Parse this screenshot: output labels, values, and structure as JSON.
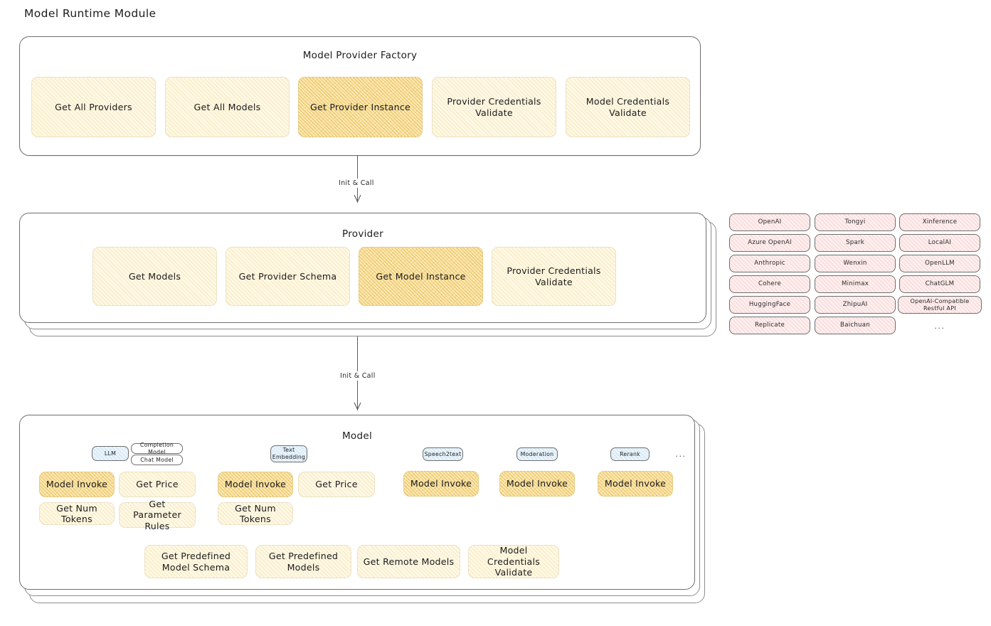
{
  "page": {
    "title": "Model Runtime Module"
  },
  "factory": {
    "title": "Model Provider Factory",
    "nodes": [
      {
        "label": "Get All Providers",
        "highlight": false
      },
      {
        "label": "Get All Models",
        "highlight": false
      },
      {
        "label": "Get Provider Instance",
        "highlight": true
      },
      {
        "label": "Provider Credentials Validate",
        "highlight": false
      },
      {
        "label": "Model Credentials Validate",
        "highlight": false
      }
    ]
  },
  "arrows": [
    {
      "label": "Init & Call"
    },
    {
      "label": "Init & Call"
    }
  ],
  "provider": {
    "title": "Provider",
    "nodes": [
      {
        "label": "Get Models",
        "highlight": false
      },
      {
        "label": "Get Provider Schema",
        "highlight": false
      },
      {
        "label": "Get Model Instance",
        "highlight": true
      },
      {
        "label": "Provider Credentials Validate",
        "highlight": false
      }
    ]
  },
  "provider_list": {
    "ellipsis": "...",
    "columns": [
      {
        "items": [
          "OpenAI",
          "Azure OpenAI",
          "Anthropic",
          "Cohere",
          "HuggingFace",
          "Replicate"
        ]
      },
      {
        "items": [
          "Tongyi",
          "Spark",
          "Wenxin",
          "Minimax",
          "ZhipuAI",
          "Baichuan"
        ]
      },
      {
        "items": [
          "Xinference",
          "LocalAI",
          "OpenLLM",
          "ChatGLM",
          "OpenAI-Compatible Restful API"
        ]
      }
    ]
  },
  "model": {
    "title": "Model",
    "ellipsis": "...",
    "types": [
      {
        "badge": "LLM",
        "sub": [
          "Completion Model",
          "Chat Model"
        ]
      },
      {
        "badge": "Text Embedding",
        "sub": []
      },
      {
        "badge": "Speech2text",
        "sub": []
      },
      {
        "badge": "Moderation",
        "sub": []
      },
      {
        "badge": "Rerank",
        "sub": []
      }
    ],
    "ops": [
      {
        "label": "Model Invoke",
        "highlight": true
      },
      {
        "label": "Get Price",
        "highlight": false
      },
      {
        "label": "Get Num Tokens",
        "highlight": false
      },
      {
        "label": "Get Parameter Rules",
        "highlight": false
      },
      {
        "label": "Model Invoke",
        "highlight": true
      },
      {
        "label": "Get Price",
        "highlight": false
      },
      {
        "label": "Get Num Tokens",
        "highlight": false
      },
      {
        "label": "Model Invoke",
        "highlight": true
      },
      {
        "label": "Model Invoke",
        "highlight": true
      },
      {
        "label": "Model Invoke",
        "highlight": true
      }
    ],
    "common": [
      {
        "label": "Get Predefined Model Schema"
      },
      {
        "label": "Get Predefined Models"
      },
      {
        "label": "Get Remote Models"
      },
      {
        "label": "Model Credentials Validate"
      }
    ]
  },
  "colors": {
    "node_fill": "#fdf8e6",
    "node_highlight_fill": "#fbe9b8",
    "provider_tag_fill": "#fdeeee",
    "model_type_fill": "#eaf4fb",
    "border": "#6f6f6f"
  }
}
